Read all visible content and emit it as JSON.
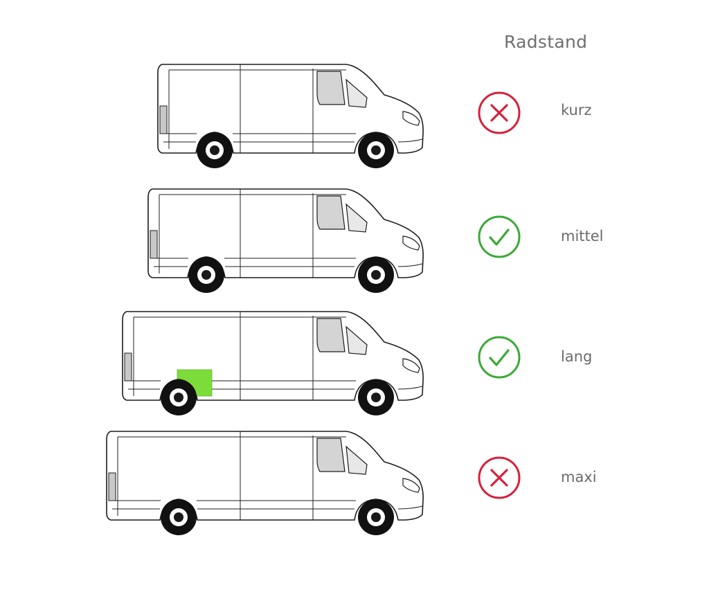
{
  "header": {
    "title": "Radstand"
  },
  "colors": {
    "accept": "#3aa935",
    "reject": "#d6203a",
    "highlight": "#7cdc3a",
    "outline": "#1c1c1c",
    "text": "#6a6a6a"
  },
  "rows": [
    {
      "label": "kurz",
      "status": "reject",
      "icon": "x-circle-icon",
      "highlighted": false
    },
    {
      "label": "mittel",
      "status": "accept",
      "icon": "check-circle-icon",
      "highlighted": true
    },
    {
      "label": "lang",
      "status": "accept",
      "icon": "check-circle-icon",
      "highlighted": true
    },
    {
      "label": "maxi",
      "status": "reject",
      "icon": "x-circle-icon",
      "highlighted": false
    }
  ]
}
